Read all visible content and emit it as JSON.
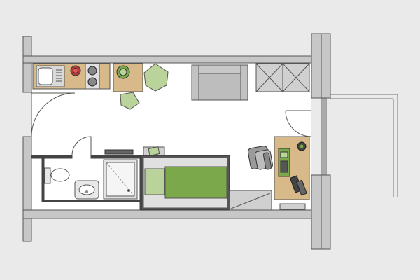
{
  "title": "",
  "colors": {
    "background": "#eaeaea",
    "wall": "#c7c7c7",
    "wall_outline": "#555555",
    "floor": "#ffffff",
    "wood": "#d7b98a",
    "green": "#7aa84a",
    "light_green": "#b9d39a",
    "appliance": "#d0d0d0",
    "balcony_line": "#8a8a8a"
  },
  "rooms": [
    {
      "name": "studio-room"
    },
    {
      "name": "bathroom"
    },
    {
      "name": "kitchenette"
    },
    {
      "name": "balcony"
    }
  ],
  "furniture": [
    {
      "name": "sink-icon"
    },
    {
      "name": "stove-icon"
    },
    {
      "name": "dining-table-icon"
    },
    {
      "name": "chair-icon"
    },
    {
      "name": "armchair-icon"
    },
    {
      "name": "wardrobe-icon"
    },
    {
      "name": "bed-icon"
    },
    {
      "name": "desk-icon"
    },
    {
      "name": "office-chair-icon"
    },
    {
      "name": "laptop-icon"
    },
    {
      "name": "plant-icon"
    },
    {
      "name": "toilet-icon"
    },
    {
      "name": "washbasin-icon"
    },
    {
      "name": "shower-icon"
    },
    {
      "name": "nightstand-icon"
    }
  ]
}
